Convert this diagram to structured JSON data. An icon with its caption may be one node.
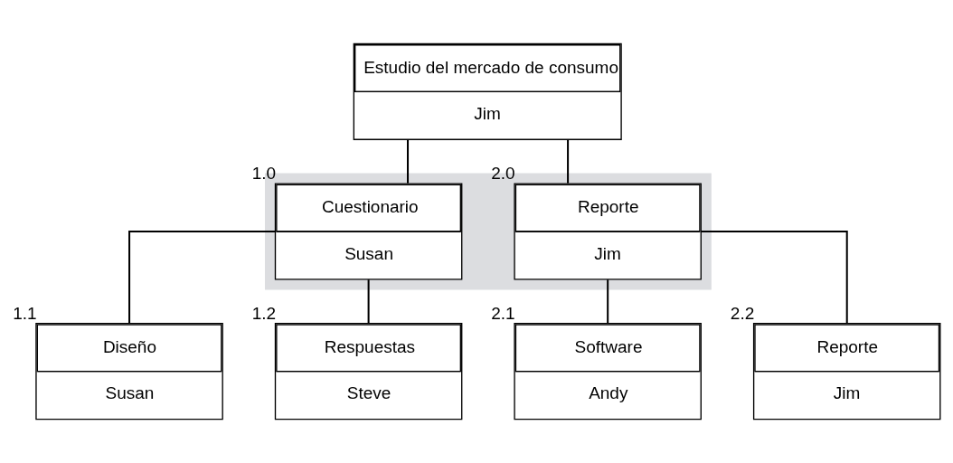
{
  "diagram": {
    "nodes": [
      {
        "text": [
          "Estudio del mercado de consumo",
          "Jim"
        ]
      },
      {
        "text": [],
        "shape": "band"
      },
      {
        "text": [
          "Cuestionario",
          "Susan"
        ],
        "in": 1,
        "beside": [
          "1.0"
        ]
      },
      {
        "text": [
          "Reporte",
          "Jim"
        ],
        "in": 1,
        "beside": [
          "2.0"
        ]
      },
      {
        "text": [
          "Diseño",
          "Susan"
        ],
        "beside": [
          "1.1"
        ]
      },
      {
        "text": [
          "Respuestas",
          "Steve"
        ],
        "beside": [
          "1.2"
        ]
      },
      {
        "text": [
          "Software",
          "Andy"
        ],
        "beside": [
          "2.1"
        ]
      },
      {
        "text": [
          "Reporte",
          "Jim"
        ],
        "beside": [
          "2.2"
        ]
      }
    ],
    "edges": [
      {
        "from": 0,
        "to": 2,
        "arrow": "none"
      },
      {
        "from": 0,
        "to": 3,
        "arrow": "none"
      },
      {
        "from": 2,
        "to": 4,
        "arrow": "none"
      },
      {
        "from": 2,
        "to": 5,
        "arrow": "none"
      },
      {
        "from": 3,
        "to": 6,
        "arrow": "none"
      },
      {
        "from": 3,
        "to": 7,
        "arrow": "none"
      }
    ]
  }
}
